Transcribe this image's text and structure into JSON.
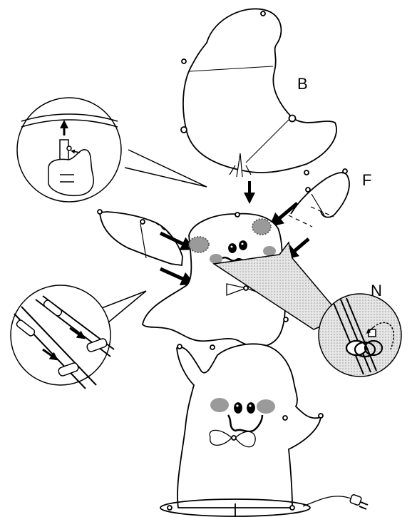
{
  "labels": {
    "part_b": "B",
    "part_f": "F",
    "part_n": "N"
  },
  "colors": {
    "outline": "#000000",
    "cheek": "#9a9a9a",
    "callout_fill": "#d9d9d9",
    "background": "#ffffff"
  },
  "icons": [
    "arrow-icon",
    "plug-icon",
    "cable-coil-icon",
    "hand-icon",
    "clip-icon"
  ]
}
